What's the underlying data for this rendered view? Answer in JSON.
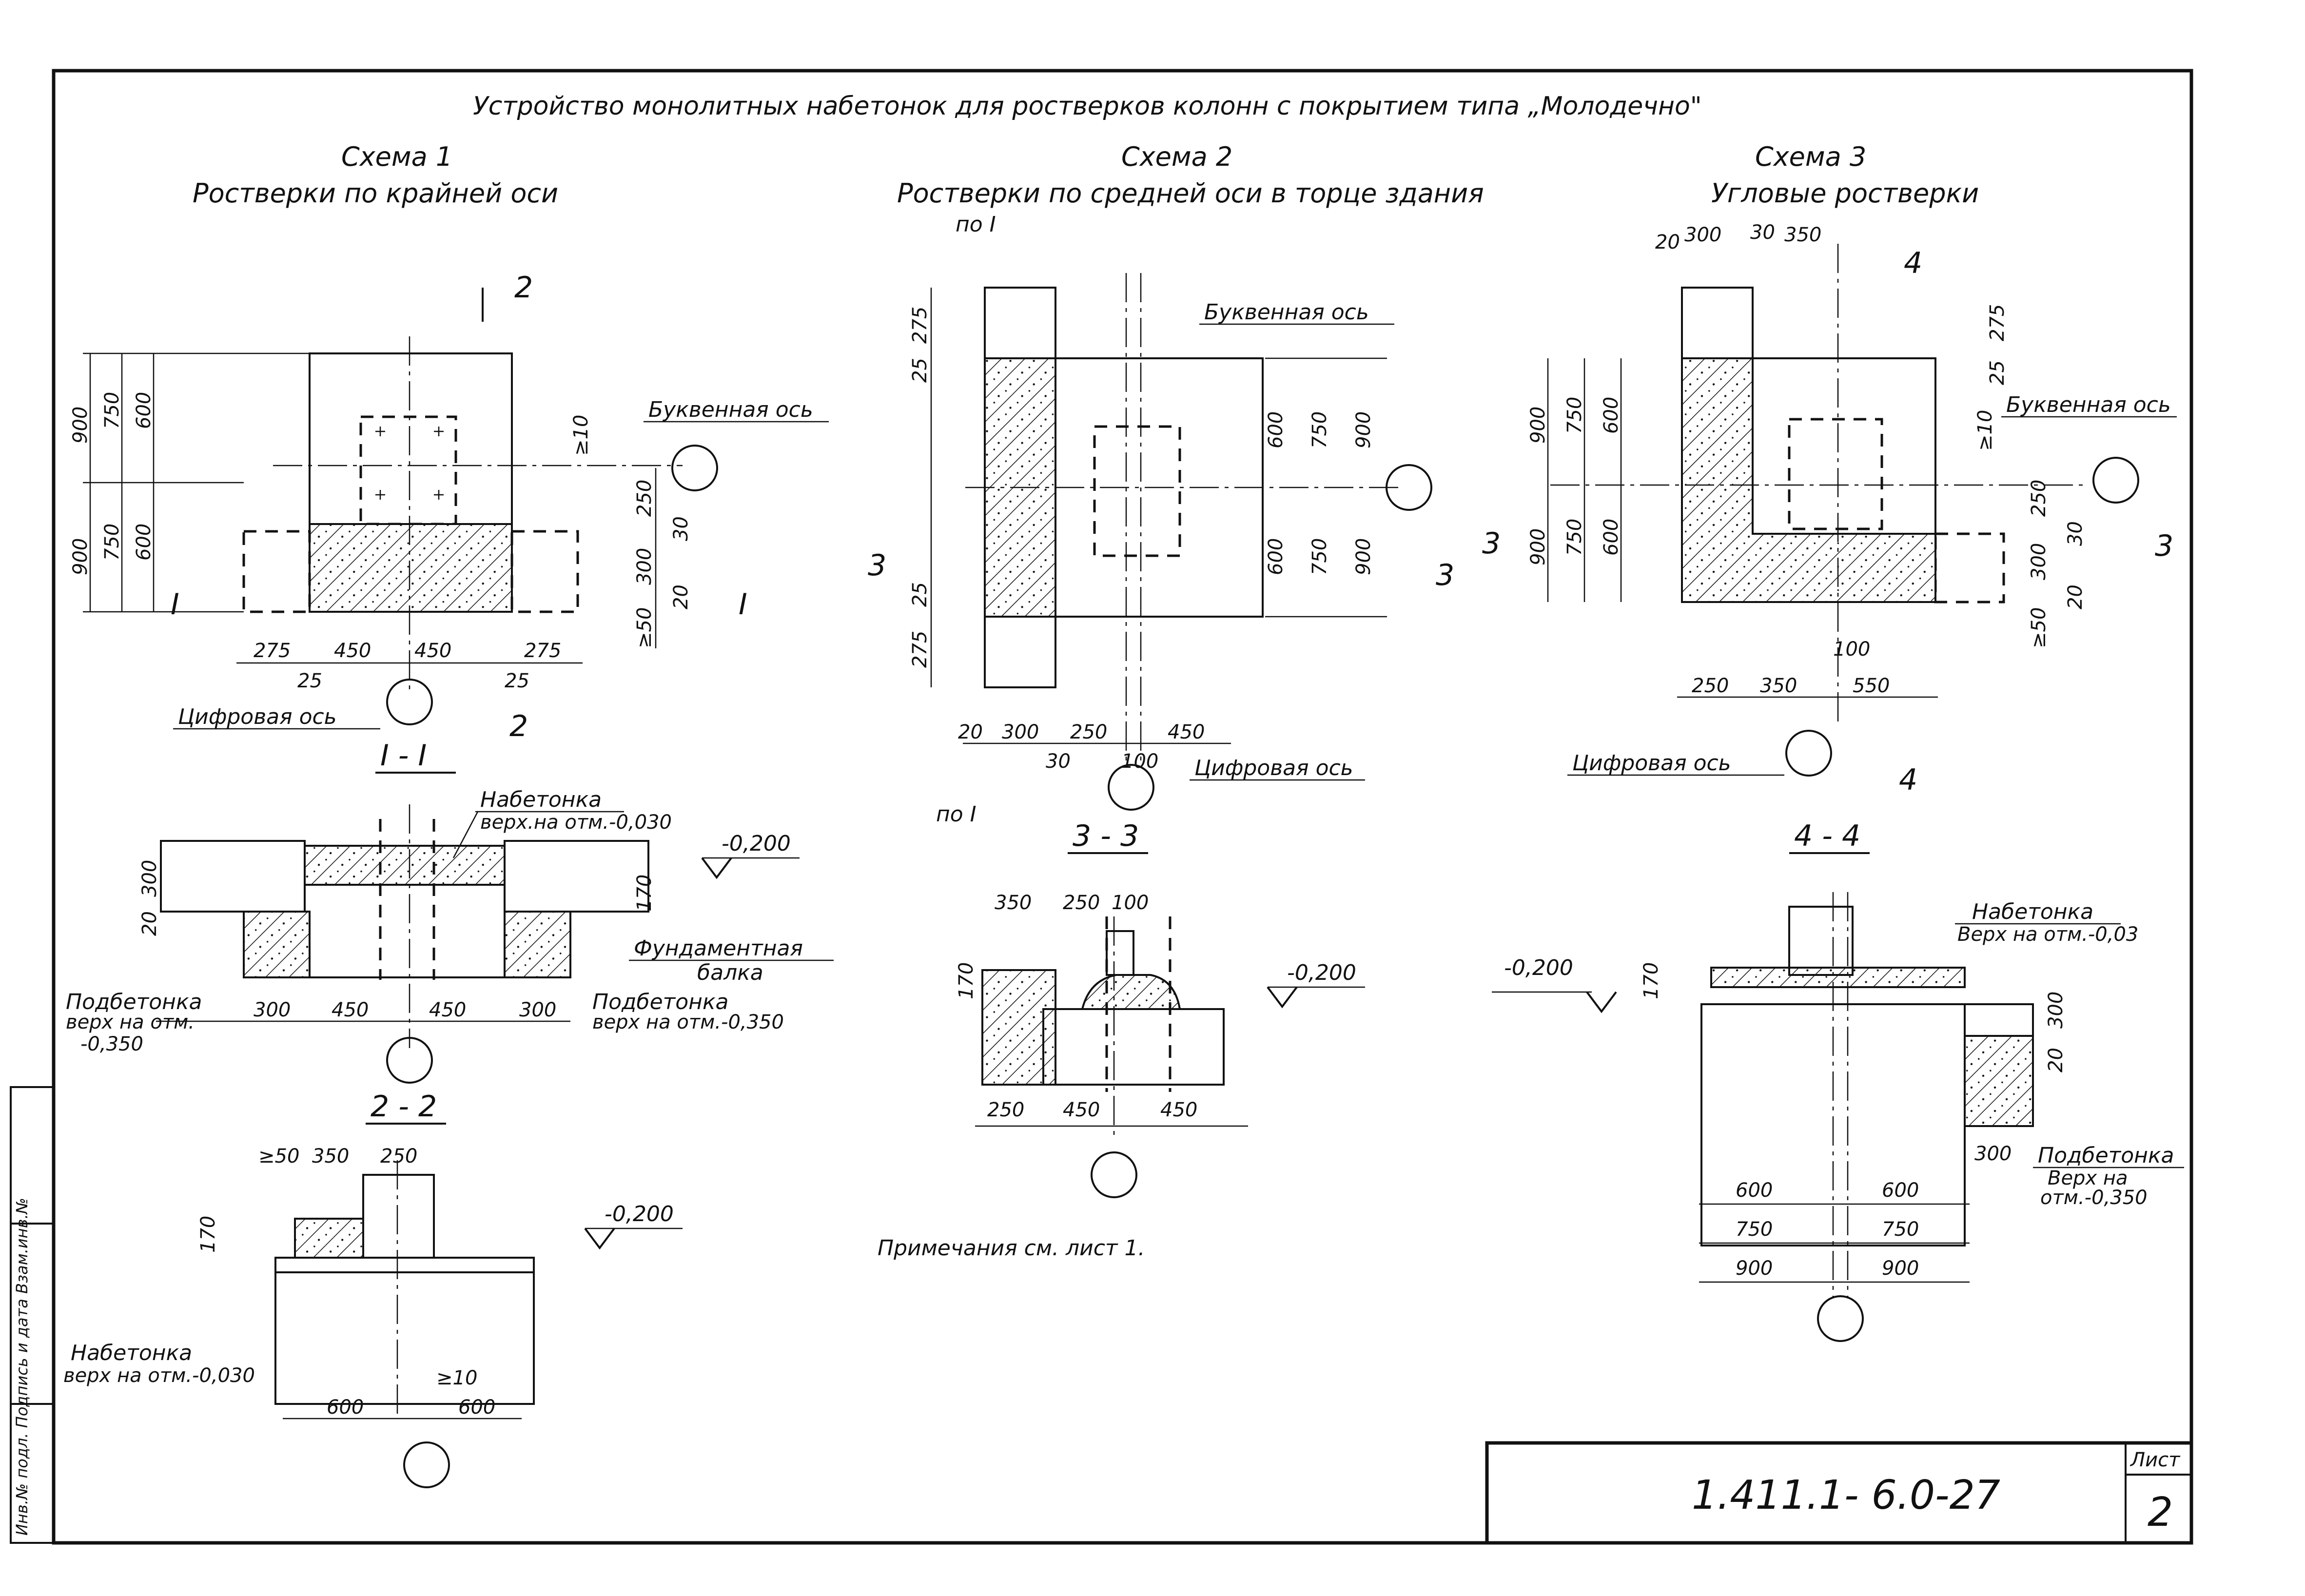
{
  "title": "Устройство монолитных набетонок для ростверков колонн с покрытием типа „Молодечно\"",
  "schemes": [
    {
      "heading": "Схема 1",
      "subtitle": "Ростверки по крайней оси"
    },
    {
      "heading": "Схема 2",
      "subtitle": "Ростверки по средней оси в торце здания"
    },
    {
      "heading": "Схема 3",
      "subtitle": "Угловые ростверки"
    }
  ],
  "labels": {
    "letter_axis": "Буквенная ось",
    "digit_axis": "Цифровая ось",
    "nabetonka": "Набетонка",
    "nabetonka_top_1": "верх.на отм.-0,030",
    "nabetonka_top_2": "верх на отм.-0,030",
    "nabetonka_top_3": "Верх на отм.-0,03",
    "fund_beam_1": "Фундаментная",
    "fund_beam_2": "балка",
    "podbetonka": "Подбетонка",
    "podbetonka_top_a": "верх на отм.",
    "podbetonka_top_b": "-0,350",
    "podbetonka_top_c": "верх на отм.-0,350",
    "podbetonka_top_d1": "Верх на",
    "podbetonka_top_d2": "отм.-0,350",
    "po_I": "по I",
    "level": "-0,200"
  },
  "sections": {
    "s11": "I - I",
    "s22": "2 - 2",
    "s33": "3 - 3",
    "s44": "4 - 4",
    "mark_1": "I",
    "mark_2": "2",
    "mark_3": "3",
    "mark_4": "4"
  },
  "dims": {
    "d900": "900",
    "d750": "750",
    "d600": "600",
    "d450": "450",
    "d275": "275",
    "d25": "25",
    "d250": "250",
    "d300": "300",
    "d350": "350",
    "d550": "550",
    "d100": "100",
    "d30": "30",
    "d20": "20",
    "d170": "170",
    "d_ge10": "≥10",
    "d_ge50": "≥50"
  },
  "note": "Примечания см. лист 1.",
  "stamp": {
    "code": "1.411.1- 6.0-27",
    "sheet_label": "Лист",
    "sheet_no": "2"
  },
  "side_strip": "Инв.№ подл.  Подпись и дата  Взам.инв.№"
}
